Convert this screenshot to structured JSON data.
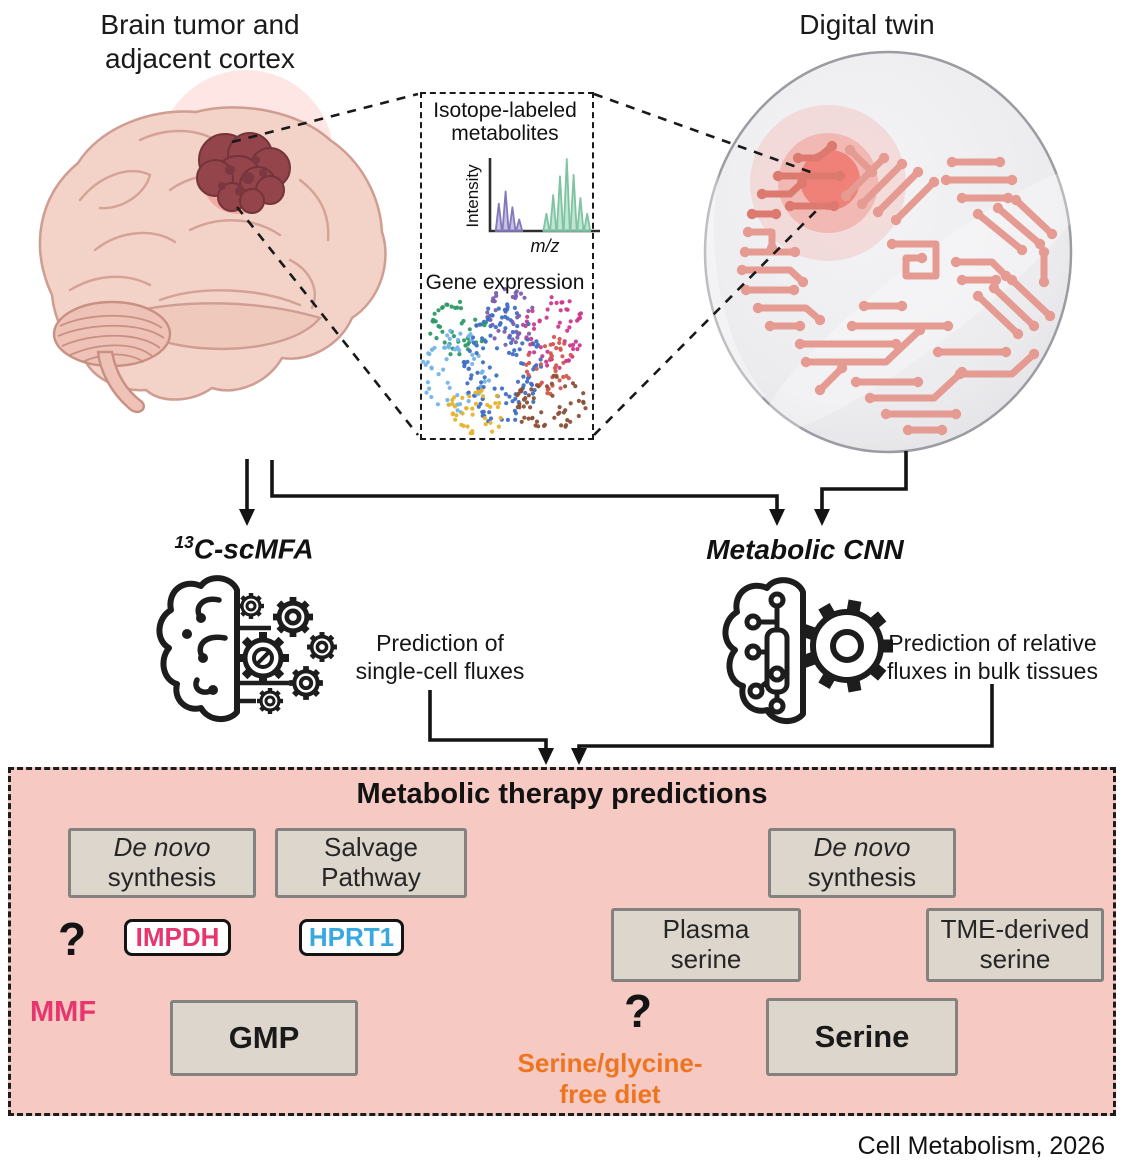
{
  "brain_panel": {
    "title_lines": [
      "Brain tumor and",
      "adjacent cortex"
    ]
  },
  "twin_panel": {
    "title": "Digital twin"
  },
  "inset": {
    "metabolites_title_lines": [
      "Isotope-labeled",
      "metabolites"
    ],
    "gene_expression_title": "Gene expression"
  },
  "methods": {
    "left": {
      "sup": "13",
      "name": "C-scMFA",
      "desc_lines": [
        "Prediction of",
        "single-cell fluxes"
      ]
    },
    "right": {
      "name": "Metabolic CNN",
      "desc_lines": [
        "Prediction of relative",
        "fluxes in bulk tissues"
      ]
    }
  },
  "predictions": {
    "title": "Metabolic therapy predictions",
    "purine": {
      "denovo_lines": [
        "De novo",
        "synthesis"
      ],
      "salvage_lines": [
        "Salvage",
        "Pathway"
      ],
      "impdh": "IMPDH",
      "hprt1": "HPRT1",
      "mmf": "MMF",
      "question_mark": "?",
      "gmp": "GMP"
    },
    "serine": {
      "denovo_lines": [
        "De novo",
        "synthesis"
      ],
      "plasma_lines": [
        "Plasma",
        "serine"
      ],
      "tme_lines": [
        "TME-derived",
        "serine"
      ],
      "serine": "Serine",
      "question_mark": "?",
      "diet_lines": [
        "Serine/glycine-",
        "free diet"
      ]
    }
  },
  "credit": "Cell Metabolism, 2026",
  "icons": {
    "left_method_icon": "brain-gears-icon",
    "right_method_icon": "brain-circuit-gear-icon",
    "brain_illustration": "brain-with-tumor",
    "digital_twin_illustration": "circuit-brain-disc"
  },
  "colors": {
    "panel_pink": "#f6c9c3",
    "box_beige": "#ddd6cc",
    "magenta": "#e7356d",
    "blue": "#39a7e0",
    "green": "#2e8b40",
    "orange": "#ee7520",
    "purple": "#9b62b8",
    "circuit_salmon": "#e59a92",
    "circuit_red": "#dd7a70",
    "tumor_dark_red": "#93454b"
  },
  "chart_data": [
    {
      "type": "bar",
      "title": "Isotope-labeled metabolites",
      "xlabel": "m/z",
      "ylabel": "Intensity",
      "note": "mass-isotopologue spectrum, two isotope clusters",
      "series": [
        {
          "name": "light-isotopologue-cluster",
          "color": "#8278bc",
          "x": [
            1,
            2,
            3,
            4
          ],
          "heights_rel": [
            0.38,
            0.55,
            0.33,
            0.16
          ]
        },
        {
          "name": "heavy-isotopologue-cluster",
          "color": "#7dc4a1",
          "x": [
            8,
            9,
            10,
            11,
            12,
            13,
            14
          ],
          "heights_rel": [
            0.24,
            0.5,
            0.76,
            1.0,
            0.78,
            0.46,
            0.24
          ]
        }
      ]
    },
    {
      "type": "scatter",
      "title": "Gene expression",
      "note": "tSNE/UMAP-style single-cell clusters",
      "clusters": [
        {
          "name": "cluster-green",
          "color": "#2d9a66",
          "center": [
            0.18,
            0.22
          ],
          "radius": 0.105,
          "count": 45,
          "stretch": [
            1.0,
            0.9
          ]
        },
        {
          "name": "cluster-purple",
          "color": "#7b5fae",
          "center": [
            0.52,
            0.13
          ],
          "radius": 0.1,
          "count": 40,
          "stretch": [
            0.9,
            1.0
          ]
        },
        {
          "name": "cluster-magenta",
          "color": "#cb3a8c",
          "center": [
            0.82,
            0.25
          ],
          "radius": 0.115,
          "count": 55,
          "stretch": [
            0.95,
            1.1
          ]
        },
        {
          "name": "cluster-lightblue",
          "color": "#74b4e8",
          "center": [
            0.16,
            0.55
          ],
          "radius": 0.135,
          "count": 62,
          "stretch": [
            0.9,
            1.15
          ]
        },
        {
          "name": "cluster-blue",
          "color": "#3f6fc4",
          "center": [
            0.47,
            0.5
          ],
          "radius": 0.175,
          "count": 115,
          "stretch": [
            0.78,
            1.25
          ]
        },
        {
          "name": "cluster-salmon",
          "color": "#d3574e",
          "center": [
            0.78,
            0.5
          ],
          "radius": 0.095,
          "count": 40,
          "stretch": [
            0.85,
            1.1
          ]
        },
        {
          "name": "cluster-brown",
          "color": "#8a5138",
          "center": [
            0.78,
            0.79
          ],
          "radius": 0.115,
          "count": 55,
          "stretch": [
            1.15,
            0.85
          ]
        },
        {
          "name": "cluster-yellow",
          "color": "#e5b32e",
          "center": [
            0.3,
            0.86
          ],
          "radius": 0.095,
          "count": 40,
          "stretch": [
            1.1,
            0.85
          ]
        }
      ]
    }
  ]
}
